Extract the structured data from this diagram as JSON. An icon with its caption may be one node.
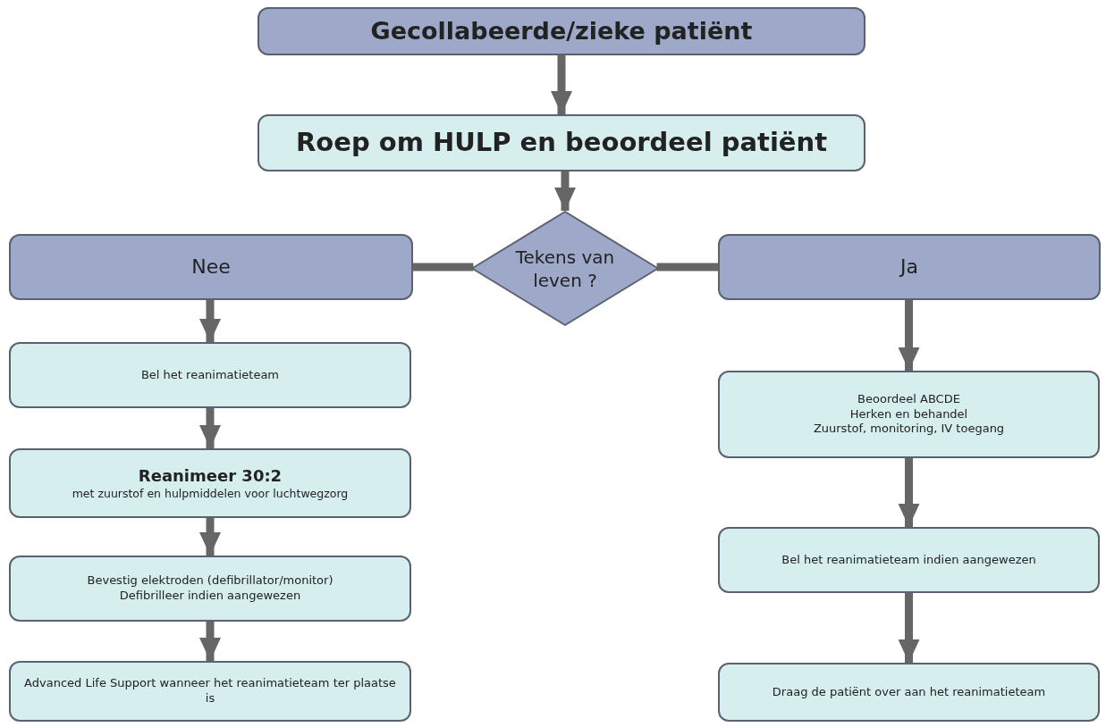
{
  "diagram": {
    "nodes": [
      {
        "text": [
          "Gecollabeerde/zieke patiënt"
        ]
      },
      {
        "text": [
          "Roep om HULP en beoordeel patiënt"
        ]
      },
      {
        "text": [
          "Tekens van leven ?"
        ]
      },
      {
        "text": [
          "Nee"
        ]
      },
      {
        "text": [
          "Ja"
        ]
      },
      {
        "text": [
          "Bel het reanimatieteam"
        ]
      },
      {
        "text": [
          "Reanimeer 30:2",
          "met zuurstof en hulpmiddelen voor luchtwegzorg"
        ]
      },
      {
        "text": [
          "Bevestig elektroden (defibrillator/monitor)",
          "Defibrilleer indien aangewezen"
        ]
      },
      {
        "text": [
          "Advanced Life Support wanneer het reanimatieteam ter plaatse is"
        ]
      },
      {
        "text": [
          "Beoordeel ABCDE",
          "Herken en behandel",
          "Zuurstof, monitoring, IV toegang"
        ]
      },
      {
        "text": [
          "Bel het reanimatieteam indien aangewezen"
        ]
      },
      {
        "text": [
          "Draag de patiënt over aan het reanimatieteam"
        ]
      }
    ],
    "edges": [
      {
        "from": 0,
        "to": 1,
        "arrow": "to"
      },
      {
        "from": 1,
        "to": 2,
        "arrow": "to"
      },
      {
        "from": 2,
        "to": 3,
        "arrow": "none"
      },
      {
        "from": 2,
        "to": 4,
        "arrow": "none"
      },
      {
        "from": 3,
        "to": 5,
        "arrow": "to"
      },
      {
        "from": 5,
        "to": 6,
        "arrow": "to"
      },
      {
        "from": 6,
        "to": 7,
        "arrow": "to"
      },
      {
        "from": 7,
        "to": 8,
        "arrow": "to"
      },
      {
        "from": 4,
        "to": 9,
        "arrow": "to"
      },
      {
        "from": 9,
        "to": 10,
        "arrow": "to"
      },
      {
        "from": 10,
        "to": 11,
        "arrow": "to"
      }
    ]
  }
}
